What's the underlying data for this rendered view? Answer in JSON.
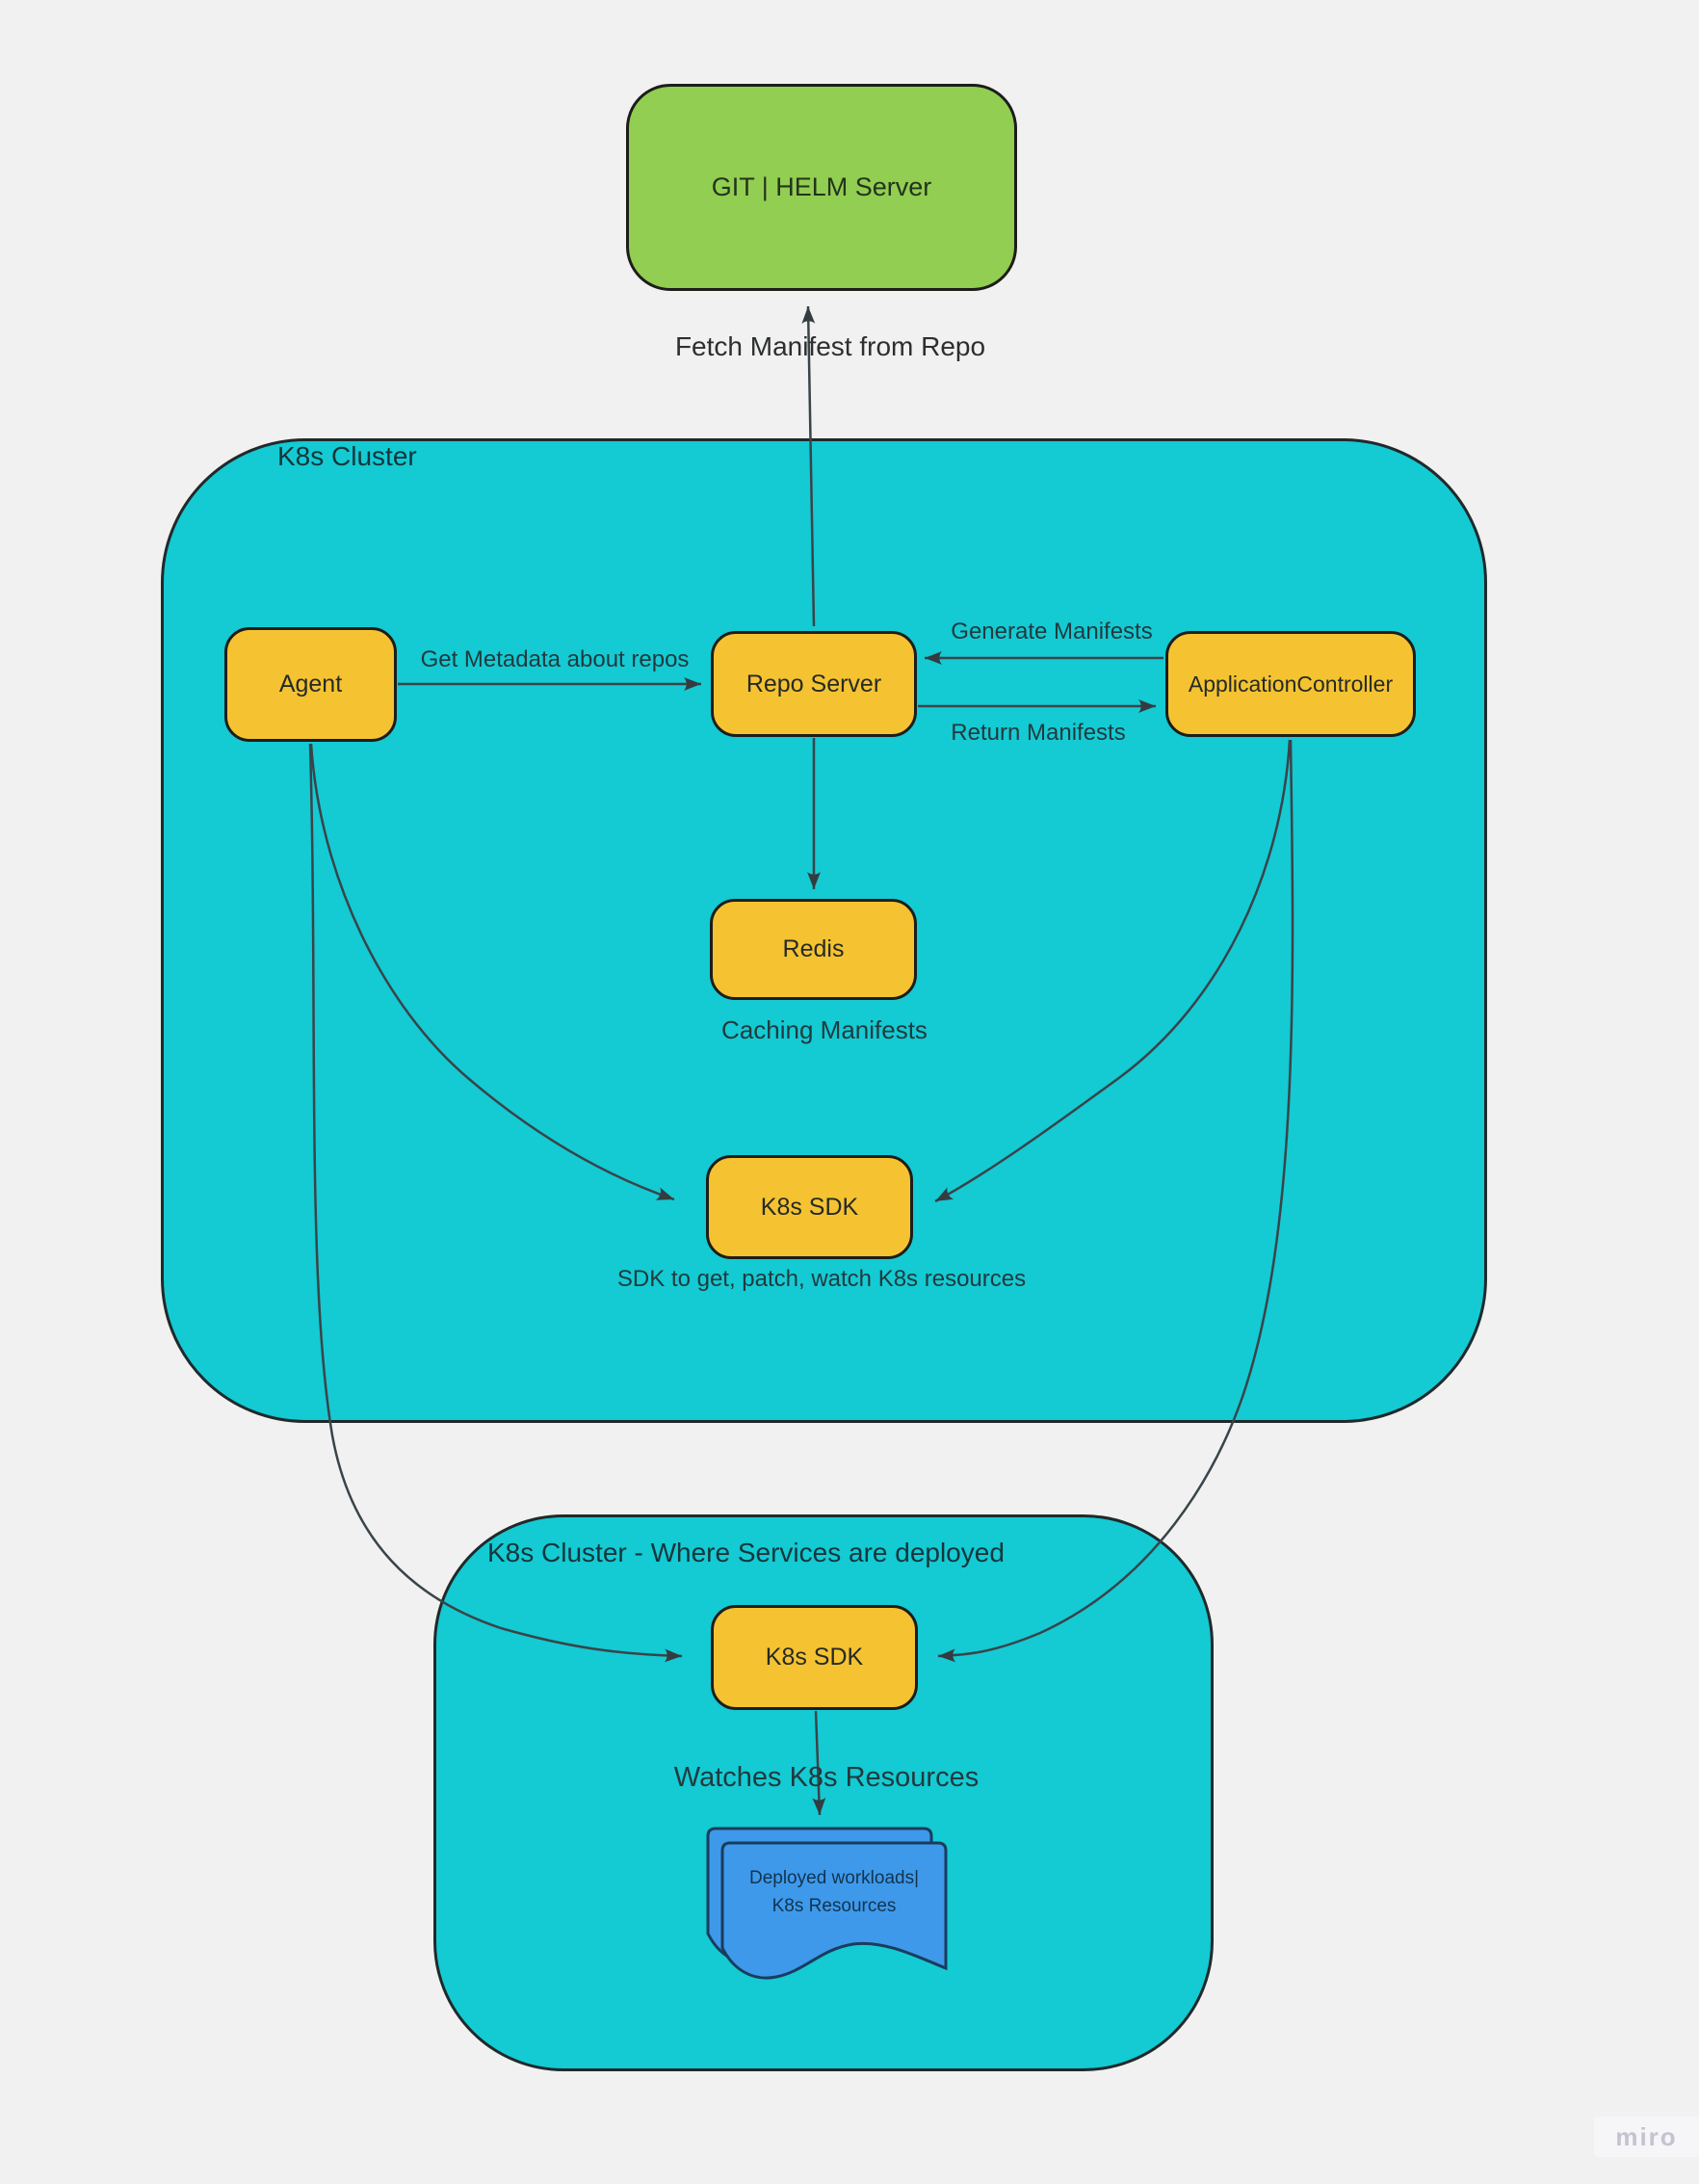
{
  "diagram": {
    "clusters": {
      "main": {
        "label": "K8s Cluster"
      },
      "services": {
        "label": "K8s Cluster - Where Services are deployed"
      }
    },
    "nodes": {
      "git_helm": {
        "label": "GIT | HELM Server"
      },
      "agent": {
        "label": "Agent"
      },
      "repo_server": {
        "label": "Repo Server"
      },
      "application_controller": {
        "label": "ApplicationController"
      },
      "redis": {
        "label": "Redis"
      },
      "k8s_sdk_main": {
        "label": "K8s SDK"
      },
      "k8s_sdk_services": {
        "label": "K8s SDK"
      },
      "deployed_workloads": {
        "line1": "Deployed workloads|",
        "line2": "K8s Resources"
      }
    },
    "edge_labels": {
      "fetch_manifest": "Fetch Manifest from Repo",
      "get_metadata": "Get Metadata about repos",
      "generate_manifests": "Generate Manifests",
      "return_manifests": "Return Manifests",
      "caching_manifests": "Caching Manifests",
      "sdk_description": "SDK to get, patch, watch K8s resources",
      "watches_resources": "Watches K8s Resources"
    },
    "colors": {
      "cluster_fill": "#14cad3",
      "node_fill": "#f5c331",
      "git_fill": "#91ce51",
      "document_fill": "#3e99ea",
      "document_stroke": "#1a3c5c",
      "connector": "#394449",
      "background": "#f0f1f0"
    }
  },
  "watermark": {
    "label": "miro"
  }
}
